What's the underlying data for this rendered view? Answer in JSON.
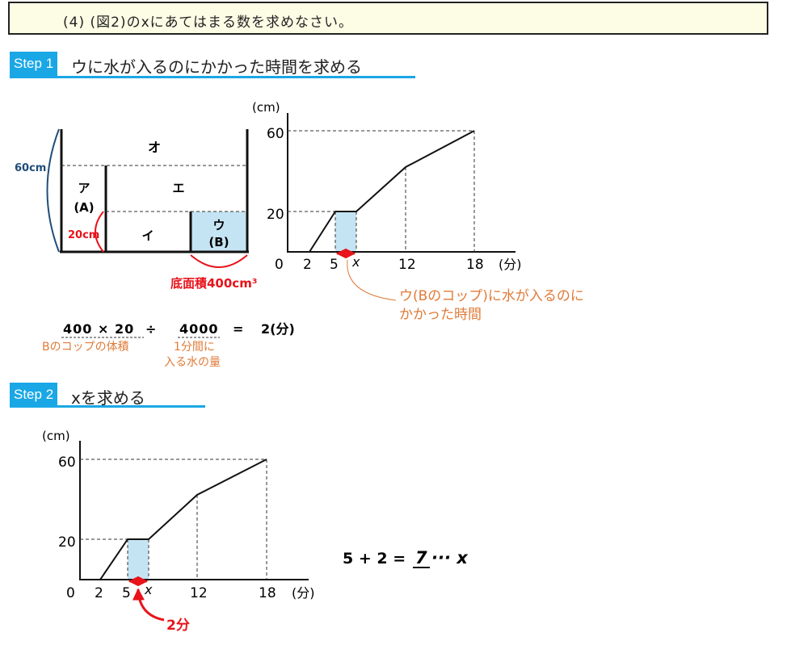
{
  "question": {
    "text": "(4) (図2)のxにあてはまる数を求めなさい。"
  },
  "step1": {
    "badge": "Step 1",
    "title": "ウに水が入るのにかかった時間を求める"
  },
  "tank": {
    "height_label": "60cm",
    "mid_label": "20cm",
    "area_label": "底面積400cm³",
    "parts": {
      "o": "オ",
      "a": "ア",
      "a_sub": "(A)",
      "e": "エ",
      "i": "イ",
      "u": "ウ",
      "u_sub": "(B)"
    }
  },
  "graph1": {
    "unit_y": "(cm)",
    "y_ticks": [
      "60",
      "20"
    ],
    "x_ticks": [
      "0",
      "2",
      "5",
      "x",
      "12",
      "18"
    ],
    "unit_x": "(分)",
    "annotation_line1": "ウ(Bのコップ)に水が入るのに",
    "annotation_line2": "かかった時間"
  },
  "calc1": {
    "numerator": "400 × 20",
    "divide": "÷",
    "divisor": "4000",
    "equals": "=",
    "result": "2(分)",
    "label_left": "Bのコップの体積",
    "label_right_1": "1分間に",
    "label_right_2": "入る水の量"
  },
  "step2": {
    "badge": "Step 2",
    "title": "xを求める"
  },
  "graph2": {
    "unit_y": "(cm)",
    "y_ticks": [
      "60",
      "20"
    ],
    "x_ticks": [
      "0",
      "2",
      "5",
      "x",
      "12",
      "18"
    ],
    "unit_x": "(分)",
    "arrow_label": "2分"
  },
  "calc2": {
    "expr": "5 + 2 =",
    "answer": "7",
    "tail": "··· x"
  },
  "colors": {
    "accent": "#1aa7e6",
    "red": "#e8131b",
    "orange": "#e07b39",
    "shade": "#c5e4f3",
    "navy": "#1f4e79"
  },
  "chart_data": [
    {
      "type": "line",
      "x": [
        2,
        5,
        6.6,
        12,
        18
      ],
      "y": [
        0,
        20,
        20,
        42,
        60
      ],
      "x_tick_labels": [
        "0",
        "2",
        "5",
        "x",
        "12",
        "18"
      ],
      "y_tick_labels": [
        "20",
        "60"
      ],
      "xlabel": "(分)",
      "ylabel": "(cm)"
    },
    {
      "type": "line",
      "x": [
        2,
        5,
        7,
        12,
        18
      ],
      "y": [
        0,
        20,
        20,
        42,
        60
      ],
      "x_tick_labels": [
        "0",
        "2",
        "5",
        "x",
        "12",
        "18"
      ],
      "y_tick_labels": [
        "20",
        "60"
      ],
      "xlabel": "(分)",
      "ylabel": "(cm)"
    }
  ]
}
